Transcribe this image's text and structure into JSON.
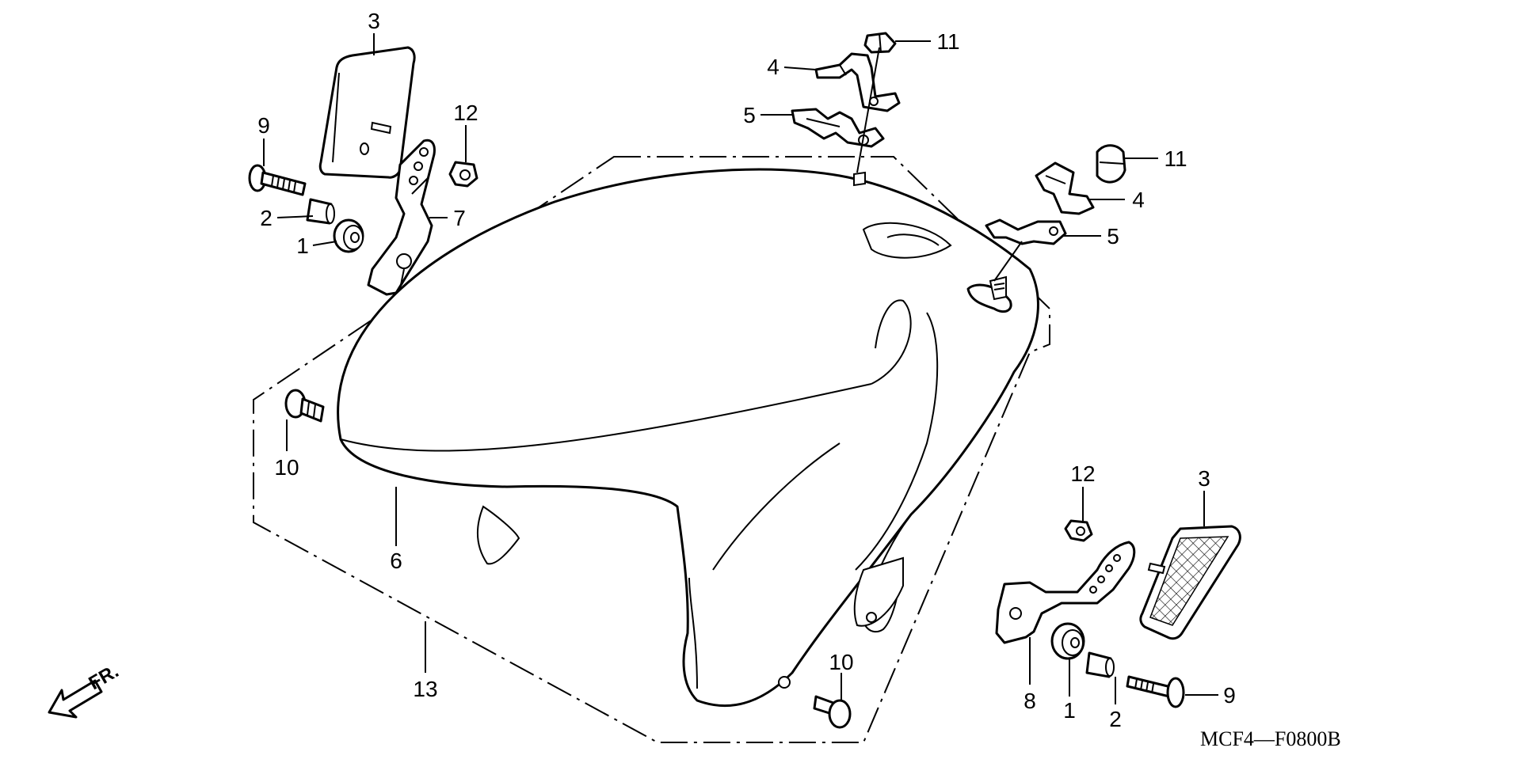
{
  "diagram": {
    "code": "MCF4—F0800B",
    "direction_label": "FR."
  },
  "callouts": [
    {
      "id": "c3a",
      "text": "3"
    },
    {
      "id": "c9a",
      "text": "9"
    },
    {
      "id": "c12a",
      "text": "12"
    },
    {
      "id": "c2a",
      "text": "2"
    },
    {
      "id": "c7",
      "text": "7"
    },
    {
      "id": "c1a",
      "text": "1"
    },
    {
      "id": "c4a",
      "text": "4"
    },
    {
      "id": "c11a",
      "text": "11"
    },
    {
      "id": "c5a",
      "text": "5"
    },
    {
      "id": "c11b",
      "text": "11"
    },
    {
      "id": "c4b",
      "text": "4"
    },
    {
      "id": "c5b",
      "text": "5"
    },
    {
      "id": "c10a",
      "text": "10"
    },
    {
      "id": "c6",
      "text": "6"
    },
    {
      "id": "c13",
      "text": "13"
    },
    {
      "id": "c10b",
      "text": "10"
    },
    {
      "id": "c12b",
      "text": "12"
    },
    {
      "id": "c3b",
      "text": "3"
    },
    {
      "id": "c8",
      "text": "8"
    },
    {
      "id": "c1b",
      "text": "1"
    },
    {
      "id": "c2b",
      "text": "2"
    },
    {
      "id": "c9b",
      "text": "9"
    }
  ]
}
